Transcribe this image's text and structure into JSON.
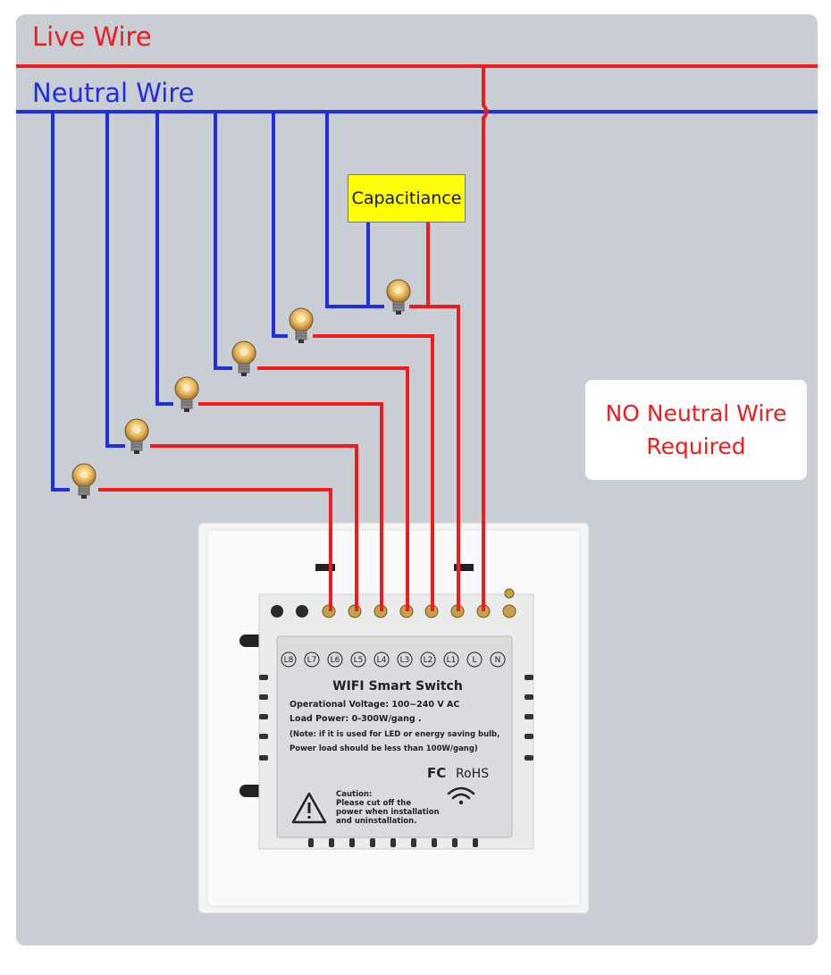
{
  "labels": {
    "live_wire": "Live Wire",
    "neutral_wire": "Neutral Wire",
    "capacitance": "Capacitiance",
    "note_line1": "NO Neutral Wire",
    "note_line2": "Required"
  },
  "switch": {
    "terminals": [
      "L8",
      "L7",
      "L6",
      "L5",
      "L4",
      "L3",
      "L2",
      "L1",
      "L",
      "N"
    ],
    "title": "WIFI Smart Switch",
    "voltage": "Operational Voltage: 100~240 V AC",
    "load_power": "Load Power: 0-300W/gang .",
    "note1": "(Note: if it is used for LED or energy saving bulb,",
    "note2": "Power load should be less than 100W/gang)",
    "cert_fc": "FC",
    "cert_rohs": "RoHS",
    "caution1": "Caution:",
    "caution2": "Please cut off the",
    "caution3": "power when installation",
    "caution4": "and uninstallation."
  },
  "colors": {
    "live": "#ee1c1c",
    "neutral": "#1f2fe0",
    "panel_bg": "#c9cdd4",
    "capacitor": "#ffff00",
    "switch_body": "#f4f4f4",
    "label_plate": "#d9dbdf"
  },
  "icons": {
    "bulb": "light-bulb-icon",
    "wifi": "wifi-icon",
    "warning": "warning-triangle-icon"
  }
}
